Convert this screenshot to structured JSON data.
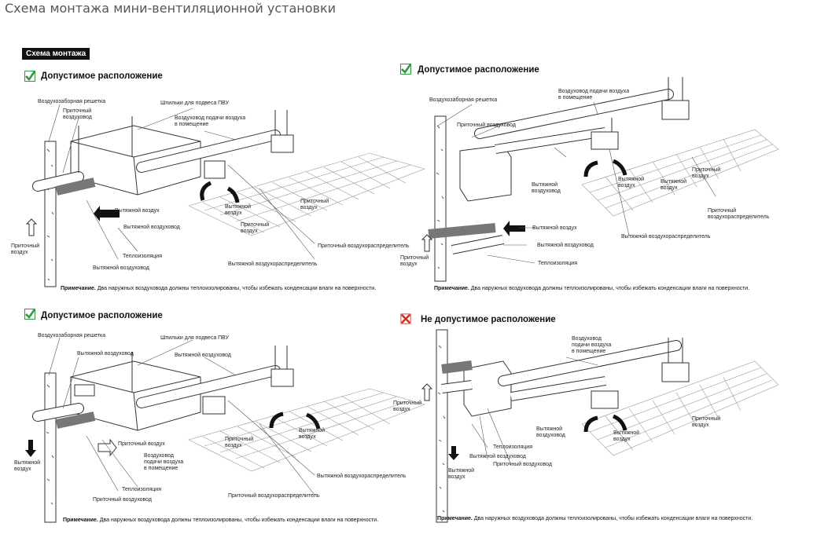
{
  "page_title": "Схема монтажа мини-вентиляционной установки",
  "section_tag": "Схема монтажа",
  "note": {
    "prefix": "Примечание.",
    "text": "Два наружных воздуховода должны теплоизолированы, чтобы избежать конденсации влаги на поверхности."
  },
  "panels": [
    {
      "heading": "Допустимое расположение",
      "status": "allowed",
      "labels": {
        "intake_grille": "Воздухозаборная решетка",
        "supply_duct": "Приточный\nвоздуховод",
        "studs": "Шпильки для подвеса ПВУ",
        "room_supply_duct": "Воздуховод подачи воздуха\nв помещение",
        "exhaust_air": "Вытяжной воздух",
        "exhaust_duct": "Вытяжной воздуховод",
        "exhaust_air_small": "Вытяжной\nвоздух",
        "supply_air_small": "Приточный\nвоздух",
        "supply_air_small2": "Приточный\nвоздух",
        "supply_air_outside": "Приточный\nвоздух",
        "insulation": "Теплоизоляция",
        "exhaust_duct2": "Вытяжной воздуховод",
        "exhaust_diffuser": "Вытяжной воздухораспределитель",
        "supply_diffuser": "Приточный воздухораспределитель"
      }
    },
    {
      "heading": "Допустимое расположение",
      "status": "allowed",
      "labels": {
        "intake_grille": "Воздухозаборная решетка",
        "supply_duct": "Приточный воздуховод",
        "room_supply_duct": "Воздуховод подачи воздуха\nв помещение",
        "exhaust_duct_v": "Вытяжной\nвоздуховод",
        "exhaust_air_small": "Вытяжной\nвоздух",
        "exhaust_air_small2": "Вытяжной\nвоздух",
        "supply_air_small": "Приточный\nвоздух",
        "supply_diffuser": "Приточный\nвоздухораспределитель",
        "exhaust_air": "Вытяжной воздух",
        "exhaust_duct": "Вытяжной воздуховод",
        "exhaust_diffuser": "Вытяжной воздухораспределитель",
        "supply_air_outside": "Приточный\nвоздух",
        "insulation": "Теплоизоляция"
      }
    },
    {
      "heading": "Допустимое расположение",
      "status": "allowed",
      "labels": {
        "intake_grille": "Воздухозаборная решетка",
        "exhaust_duct_top": "Вытяжной воздуховод",
        "studs": "Шпильки для подвеса ПВУ",
        "exhaust_duct": "Вытяжной воздуховод",
        "exhaust_air_outside": "Вытяжной\nвоздух",
        "supply_air": "Приточный воздух",
        "room_supply_duct": "Воздуховод\nподачи воздуха\nв помещение",
        "supply_air_small": "Приточный\nвоздух",
        "exhaust_air_small": "Вытяжной\nвоздух",
        "insulation": "Теплоизоляция",
        "supply_duct": "Приточный воздуховод",
        "exhaust_diffuser": "Вытяжной воздухораспределитель",
        "supply_diffuser": "Приточный воздухораспределитель"
      }
    },
    {
      "heading": "Не допустимое расположение",
      "status": "not-allowed",
      "labels": {
        "room_supply_duct": "Воздуховод\nподачи воздуха\nв помещение",
        "supply_air_outside": "Приточный\nвоздух",
        "exhaust_duct": "Вытяжной\nвоздуховод",
        "exhaust_air_small": "Вытяжной\nвоздух",
        "supply_air_small": "Приточный\nвоздух",
        "insulation": "Теплоизоляция",
        "exhaust_duct2": "Вытяжной воздуховод",
        "supply_duct": "Приточный воздуховод",
        "exhaust_air_outside": "Вытяжной\nвоздух"
      }
    }
  ],
  "colors": {
    "allowed": "#2e9a3a",
    "not_allowed": "#d0332a"
  }
}
